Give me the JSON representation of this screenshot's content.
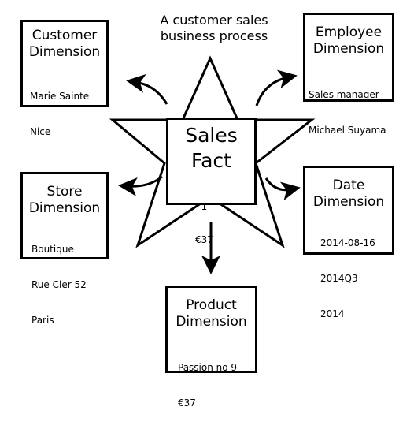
{
  "diagram_title": [
    "A customer sales",
    "business process"
  ],
  "fact": {
    "title": [
      "Sales",
      "Fact"
    ],
    "details": [
      "1",
      "€37"
    ]
  },
  "dimensions": {
    "customer": {
      "title": [
        "Customer",
        "Dimension"
      ],
      "details": [
        "Marie Sainte",
        "Nice"
      ]
    },
    "employee": {
      "title": [
        "Employee",
        "Dimension"
      ],
      "details": [
        "Sales manager",
        "Michael Suyama"
      ]
    },
    "store": {
      "title": [
        "Store",
        "Dimension"
      ],
      "details": [
        "Boutique",
        "Rue Cler 52",
        "Paris"
      ]
    },
    "date": {
      "title": [
        "Date",
        "Dimension"
      ],
      "details": [
        "2014-08-16",
        "2014Q3",
        "2014"
      ]
    },
    "product": {
      "title": [
        "Product",
        "Dimension"
      ],
      "details": [
        "Passion no 9",
        "€37"
      ]
    }
  },
  "colors": {
    "line": "#000000",
    "background": "#ffffff"
  }
}
